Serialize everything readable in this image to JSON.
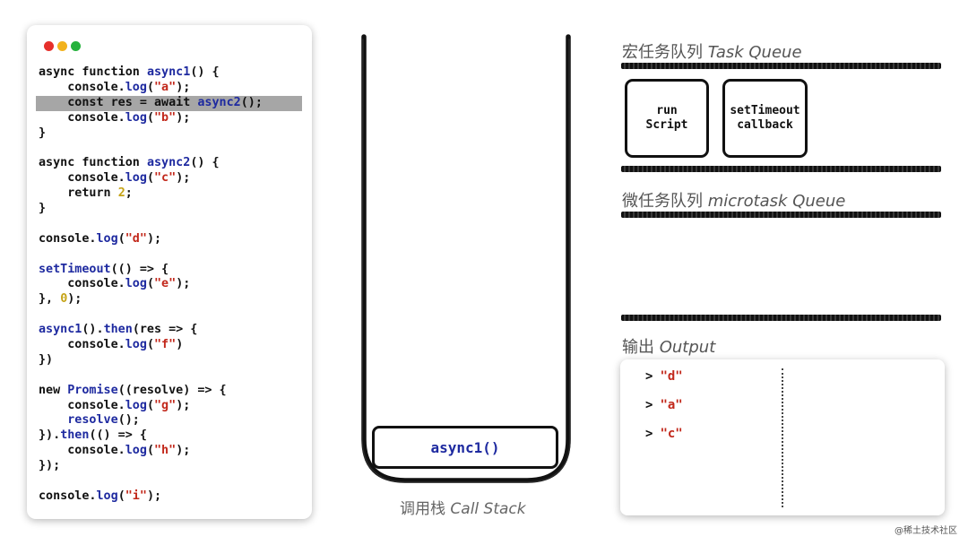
{
  "window_controls": {
    "close_color": "#e6302b",
    "minimize_color": "#f2b21c",
    "maximize_color": "#25b23c"
  },
  "colors": {
    "function": "#1e2aa0",
    "string": "#c2281b",
    "number": "#c5a316",
    "highlight": "#a6a6a6"
  },
  "code": {
    "highlighted_line": 3,
    "lines": [
      [
        [
          "t",
          "async function "
        ],
        [
          "f",
          "async1"
        ],
        [
          "t",
          "() {"
        ]
      ],
      [
        [
          "t",
          "    console."
        ],
        [
          "f",
          "log"
        ],
        [
          "t",
          "("
        ],
        [
          "s",
          "\"a\""
        ],
        [
          "t",
          ");"
        ]
      ],
      [
        [
          "t",
          "    const res = await "
        ],
        [
          "f",
          "async2"
        ],
        [
          "t",
          "();"
        ]
      ],
      [
        [
          "t",
          "    console."
        ],
        [
          "f",
          "log"
        ],
        [
          "t",
          "("
        ],
        [
          "s",
          "\"b\""
        ],
        [
          "t",
          ");"
        ]
      ],
      [
        [
          "t",
          "}"
        ]
      ],
      [
        [
          "t",
          ""
        ]
      ],
      [
        [
          "t",
          "async function "
        ],
        [
          "f",
          "async2"
        ],
        [
          "t",
          "() {"
        ]
      ],
      [
        [
          "t",
          "    console."
        ],
        [
          "f",
          "log"
        ],
        [
          "t",
          "("
        ],
        [
          "s",
          "\"c\""
        ],
        [
          "t",
          ");"
        ]
      ],
      [
        [
          "t",
          "    return "
        ],
        [
          "n",
          "2"
        ],
        [
          "t",
          ";"
        ]
      ],
      [
        [
          "t",
          "}"
        ]
      ],
      [
        [
          "t",
          ""
        ]
      ],
      [
        [
          "t",
          "console."
        ],
        [
          "f",
          "log"
        ],
        [
          "t",
          "("
        ],
        [
          "s",
          "\"d\""
        ],
        [
          "t",
          ");"
        ]
      ],
      [
        [
          "t",
          ""
        ]
      ],
      [
        [
          "f",
          "setTimeout"
        ],
        [
          "t",
          "(() => {"
        ]
      ],
      [
        [
          "t",
          "    console."
        ],
        [
          "f",
          "log"
        ],
        [
          "t",
          "("
        ],
        [
          "s",
          "\"e\""
        ],
        [
          "t",
          ");"
        ]
      ],
      [
        [
          "t",
          "}, "
        ],
        [
          "n",
          "0"
        ],
        [
          "t",
          ");"
        ]
      ],
      [
        [
          "t",
          ""
        ]
      ],
      [
        [
          "f",
          "async1"
        ],
        [
          "t",
          "()."
        ],
        [
          "f",
          "then"
        ],
        [
          "t",
          "(res => {"
        ]
      ],
      [
        [
          "t",
          "    console."
        ],
        [
          "f",
          "log"
        ],
        [
          "t",
          "("
        ],
        [
          "s",
          "\"f\""
        ],
        [
          "t",
          ")"
        ]
      ],
      [
        [
          "t",
          "})"
        ]
      ],
      [
        [
          "t",
          ""
        ]
      ],
      [
        [
          "t",
          "new "
        ],
        [
          "f",
          "Promise"
        ],
        [
          "t",
          "((resolve) => {"
        ]
      ],
      [
        [
          "t",
          "    console."
        ],
        [
          "f",
          "log"
        ],
        [
          "t",
          "("
        ],
        [
          "s",
          "\"g\""
        ],
        [
          "t",
          ");"
        ]
      ],
      [
        [
          "t",
          "    "
        ],
        [
          "f",
          "resolve"
        ],
        [
          "t",
          "();"
        ]
      ],
      [
        [
          "t",
          "})."
        ],
        [
          "f",
          "then"
        ],
        [
          "t",
          "(() => {"
        ]
      ],
      [
        [
          "t",
          "    console."
        ],
        [
          "f",
          "log"
        ],
        [
          "t",
          "("
        ],
        [
          "s",
          "\"h\""
        ],
        [
          "t",
          ");"
        ]
      ],
      [
        [
          "t",
          "});"
        ]
      ],
      [
        [
          "t",
          ""
        ]
      ],
      [
        [
          "t",
          "console."
        ],
        [
          "f",
          "log"
        ],
        [
          "t",
          "("
        ],
        [
          "s",
          "\"i\""
        ],
        [
          "t",
          ");"
        ]
      ]
    ]
  },
  "call_stack": {
    "label_cn": "调用栈",
    "label_en": "Call Stack",
    "frames": [
      "async1()"
    ]
  },
  "task_queue": {
    "title_cn": "宏任务队列",
    "title_en": "Task Queue",
    "items": [
      "run\nScript",
      "setTimeout\ncallback"
    ]
  },
  "microtask_queue": {
    "title_cn": "微任务队列",
    "title_en": "microtask Queue",
    "items": []
  },
  "output": {
    "title_cn": "输出",
    "title_en": "Output",
    "prompt": ">",
    "lines": [
      "\"d\"",
      "\"a\"",
      "\"c\""
    ]
  },
  "watermark": "@稀土技术社区"
}
